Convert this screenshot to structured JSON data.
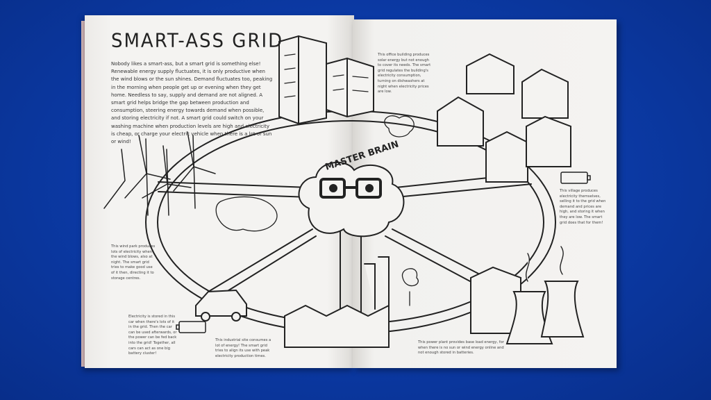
{
  "title": "SMART-ASS GRID",
  "intro": "Nobody likes a smart-ass, but a smart grid is something else! Renewable energy supply fluctuates, it is only productive when the wind blows or the sun shines. Demand fluctuates too, peaking in the morning when people get up or evening when they get home. Needless to say, supply and demand are not aligned. A smart grid helps bridge the gap between production and consumption, steering energy towards demand when possible, and storing electricity if not. A smart grid could switch on your washing machine when production levels are high and electricity is cheap, or charge your electric vehicle when there is a lot of sun or wind!",
  "center_label": "MASTER BRAIN",
  "captions": {
    "office": "This office building produces solar energy but not enough to cover its needs. The smart grid regulates the building's electricity consumption, turning on dishwashers at night when electricity prices are low.",
    "village": "This village produces electricity themselves, selling it to the grid when demand and prices are high, and storing it when they are low. The smart grid does that for them!",
    "windpark": "This wind park produces lots of electricity when the wind blows, also at night. The smart grid tries to make good use of it then, directing it to storage centres.",
    "car": "Electricity is stored in this car when there's lots of it in the grid. Then the car can be used afterwards, or the power can be fed back into the grid! Together, all cars can act as one big battery cluster!",
    "industry": "This industrial site consumes a lot of energy! The smart grid tries to align its use with peak electricity production times.",
    "powerplant": "This power plant provides base load energy, for when there is no sun or wind energy online and not enough stored in batteries."
  },
  "colors": {
    "background": "#0b39a3",
    "paper": "#f4f3f1",
    "ink": "#222222"
  }
}
